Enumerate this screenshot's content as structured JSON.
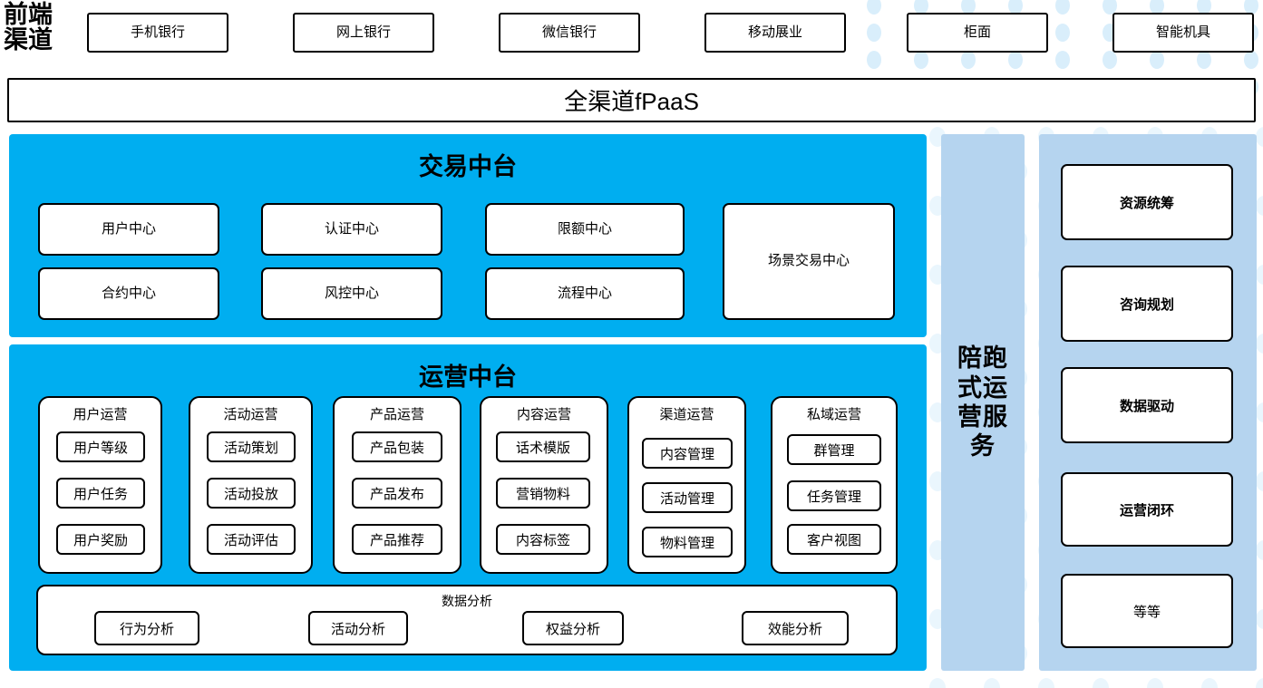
{
  "front_channel": {
    "label": "前端\n渠道",
    "label_line1": "前端",
    "label_line2": "渠道",
    "items": [
      {
        "label": "手机银行"
      },
      {
        "label": "网上银行"
      },
      {
        "label": "微信银行"
      },
      {
        "label": "移动展业"
      },
      {
        "label": "柜面"
      },
      {
        "label": "智能机具"
      }
    ]
  },
  "fpaas": {
    "label": "全渠道fPaaS"
  },
  "transaction_platform": {
    "title": "交易中台",
    "items": [
      {
        "label": "用户中心"
      },
      {
        "label": "认证中心"
      },
      {
        "label": "限额中心"
      },
      {
        "label": "合约中心"
      },
      {
        "label": "风控中心"
      },
      {
        "label": "流程中心"
      },
      {
        "label": "场景交易中心"
      }
    ]
  },
  "operation_platform": {
    "title": "运营中台",
    "columns": [
      {
        "title": "用户运营",
        "items": [
          "用户等级",
          "用户任务",
          "用户奖励"
        ]
      },
      {
        "title": "活动运营",
        "items": [
          "活动策划",
          "活动投放",
          "活动评估"
        ]
      },
      {
        "title": "产品运营",
        "items": [
          "产品包装",
          "产品发布",
          "产品推荐"
        ]
      },
      {
        "title": "内容运营",
        "items": [
          "话术模版",
          "营销物料",
          "内容标签"
        ]
      },
      {
        "title": "渠道运营",
        "items": [
          "内容管理",
          "活动管理",
          "物料管理"
        ]
      },
      {
        "title": "私域运营",
        "items": [
          "群管理",
          "任务管理",
          "客户视图"
        ]
      }
    ],
    "analysis": {
      "title": "数据分析",
      "items": [
        "行为分析",
        "活动分析",
        "权益分析",
        "效能分析"
      ]
    }
  },
  "service_strip": {
    "label": "陪跑式运营服务"
  },
  "capability_panel": {
    "items": [
      {
        "label": "资源统筹",
        "bold": true
      },
      {
        "label": "咨询规划",
        "bold": true
      },
      {
        "label": "数据驱动",
        "bold": true
      },
      {
        "label": "运营闭环",
        "bold": true
      },
      {
        "label": "等等",
        "bold": false
      }
    ]
  },
  "colors": {
    "bright_blue": "#00aef0",
    "light_blue": "#b5d4ef",
    "dot_blue": "#d9eefb",
    "border": "#000000",
    "node_bg": "#ffffff"
  }
}
